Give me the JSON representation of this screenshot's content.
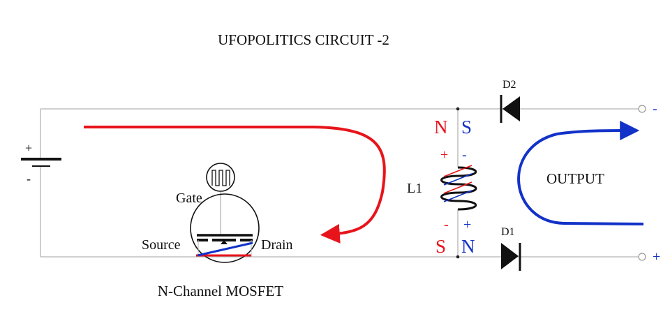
{
  "title": "UFOPOLITICS  CIRCUIT -2",
  "battery": {
    "plus": "+",
    "minus": "-"
  },
  "mosfet": {
    "gate_label": "Gate",
    "source_label": "Source",
    "drain_label": "Drain",
    "caption": "N-Channel MOSFET"
  },
  "coil": {
    "name": "L1",
    "top_left_pole": "N",
    "top_right_pole": "S",
    "bottom_left_pole": "S",
    "bottom_right_pole": "N",
    "top_left_sign": "+",
    "top_right_sign": "-",
    "bottom_left_sign": "-",
    "bottom_right_sign": "+"
  },
  "diodes": {
    "top": "D2",
    "bottom": "D1"
  },
  "output": {
    "label": "OUTPUT",
    "top_terminal": "-",
    "bottom_terminal": "+"
  },
  "colors": {
    "red": "#e8141b",
    "blue": "#1232c8",
    "wire": "#b4b4b4",
    "ink": "#111111"
  }
}
